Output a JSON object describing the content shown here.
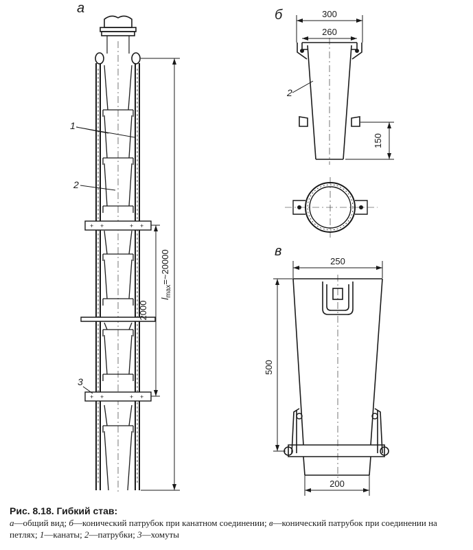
{
  "labels": {
    "view_a": "а",
    "view_b": "б",
    "view_v": "в",
    "callout_1": "1",
    "callout_2": "2",
    "callout_2b": "2",
    "callout_3": "3"
  },
  "dimensions": {
    "b_top_outer": "300",
    "b_top_inner": "260",
    "b_lug_height": "150",
    "v_top": "250",
    "v_height": "500",
    "v_bottom": "200",
    "a_spacing": "2000",
    "a_lmax": "l",
    "a_lmax_sub": "max",
    "a_lmax_val": "=~20000"
  },
  "caption": {
    "fig": "Рис. 8.18.",
    "title": "Гибкий став:",
    "parts": [
      {
        "key": "а",
        "text": "—общий вид; "
      },
      {
        "key": "б",
        "text": "—конический патрубок при канатном соединении; "
      },
      {
        "key": "в",
        "text": "—конический патрубок при соединении на петлях; "
      },
      {
        "key": "1",
        "text": "—канаты; "
      },
      {
        "key": "2",
        "text": "—патрубки; "
      },
      {
        "key": "3",
        "text": "—хомуты"
      }
    ]
  }
}
